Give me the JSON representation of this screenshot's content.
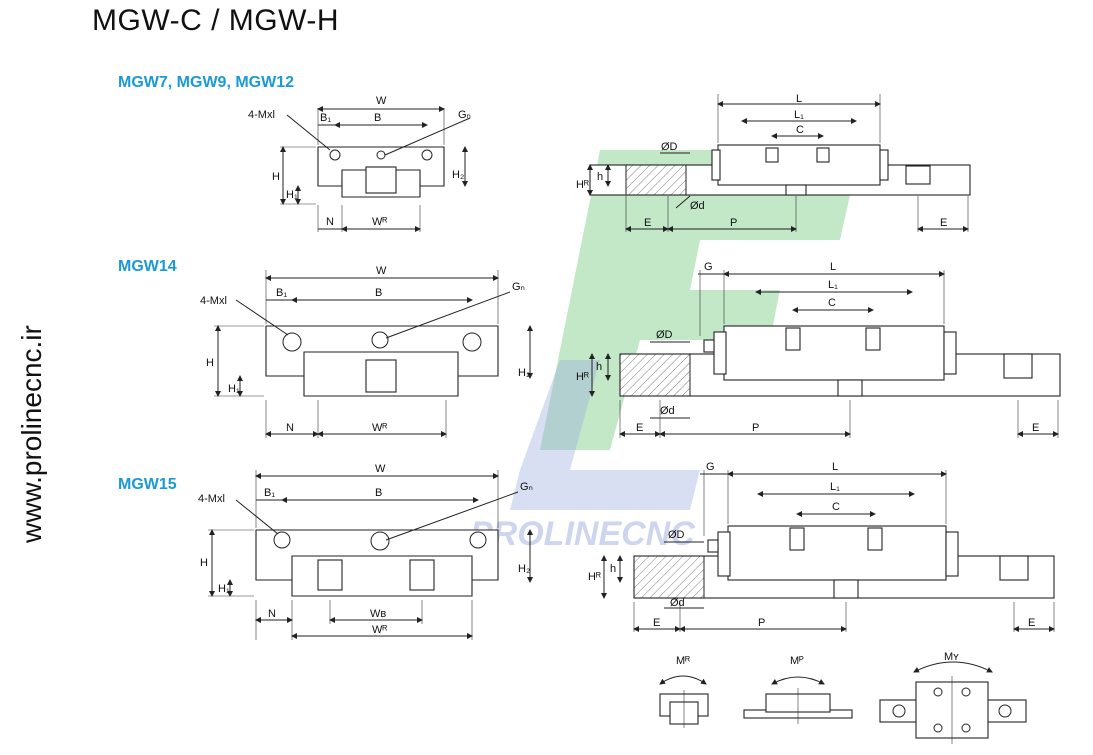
{
  "page_title": "MGW-C / MGW-H",
  "side_text": "www.prolinecnc.ir",
  "watermark_text": "PROLINECNC",
  "sections": [
    {
      "label": "MGW7, MGW9, MGW12"
    },
    {
      "label": "MGW14"
    },
    {
      "label": "MGW15"
    }
  ],
  "dims": {
    "W": "W",
    "B": "B",
    "B1": "B₁",
    "Gn": "Gₙ",
    "Mxl": "4-Mxl",
    "H": "H",
    "H1": "H₁",
    "H2": "H₂",
    "N": "N",
    "WR": "Wᴿ",
    "WB": "Wʙ",
    "L": "L",
    "L1": "L₁",
    "C": "C",
    "OD": "ØD",
    "Od": "Ød",
    "HR": "Hᴿ",
    "h": "h",
    "E": "E",
    "P": "P",
    "G": "G"
  },
  "moments": {
    "MR": "Mᴿ",
    "MP": "Mᴾ",
    "MY": "Mʏ"
  },
  "colors": {
    "section_label": "#1a9ad6",
    "watermark_green": "#34b34a",
    "watermark_blue": "#3b5bbf"
  }
}
